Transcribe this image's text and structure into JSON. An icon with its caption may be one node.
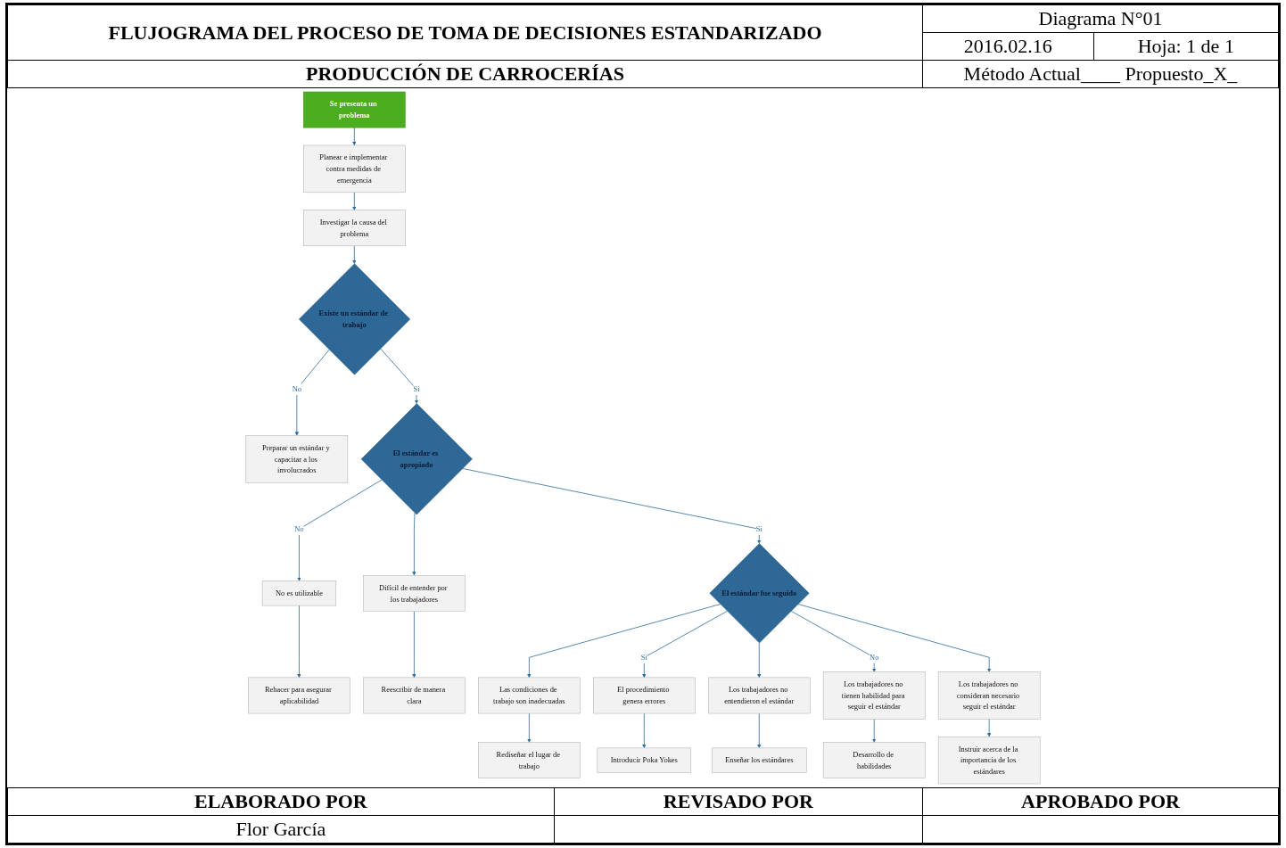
{
  "diagram": {
    "title": "FLUJOGRAMA DEL PROCESO DE TOMA DE DECISIONES ESTANDARIZADO",
    "nodes": [
      {
        "text": [
          "Se presenta un problema"
        ]
      },
      {
        "text": [
          "Planear e implementar contra medidas de emergencia"
        ]
      },
      {
        "text": [
          "Investigar la causa del problema"
        ]
      },
      {
        "text": [
          "Existe un estándar de trabajo"
        ]
      },
      {
        "text": [
          "Preparar un estándar y capacitar a los involucrados"
        ]
      },
      {
        "text": [
          "El estándar es apropiado"
        ]
      },
      {
        "text": [
          "No es utilizable"
        ]
      },
      {
        "text": [
          "Rehacer para asegurar aplicabilidad"
        ]
      },
      {
        "text": [
          "Difícil de entender por los trabajadores"
        ]
      },
      {
        "text": [
          "Reescribir de manera clara"
        ]
      },
      {
        "text": [
          "El estándar fue seguido"
        ]
      },
      {
        "text": [
          "Las condiciones de trabajo son inadecuadas"
        ]
      },
      {
        "text": [
          "Rediseñar el lugar de trabajo"
        ]
      },
      {
        "text": [
          "El procedimiento genera errores"
        ]
      },
      {
        "text": [
          "Introducir Poka Yokes"
        ]
      },
      {
        "text": [
          "Los trabajadores no entendieron el estándar"
        ]
      },
      {
        "text": [
          "Enseñar los estándares"
        ]
      },
      {
        "text": [
          "Los trabajadores no tienen habilidad para seguir el estándar"
        ]
      },
      {
        "text": [
          "Desarrollo de habilidades"
        ]
      },
      {
        "text": [
          "Los trabajadores no consideran necesario seguir el estándar"
        ]
      },
      {
        "text": [
          "Instruir acerca de la importancia de los estándares"
        ]
      }
    ],
    "edges": [
      {
        "from": 0,
        "to": 1,
        "arrow": "to"
      },
      {
        "from": 1,
        "to": 2,
        "arrow": "to"
      },
      {
        "from": 2,
        "to": 3,
        "arrow": "to"
      },
      {
        "from": 3,
        "to": 5,
        "arrow": "to",
        "label": "Si"
      },
      {
        "from": 3,
        "to": 4,
        "arrow": "to",
        "label": "No"
      },
      {
        "from": 5,
        "to": 6,
        "arrow": "to",
        "label": "No"
      },
      {
        "from": 5,
        "to": 8,
        "arrow": "to"
      },
      {
        "from": 6,
        "to": 7,
        "arrow": "to"
      },
      {
        "from": 8,
        "to": 9,
        "arrow": "to"
      },
      {
        "from": 5,
        "to": 10,
        "arrow": "to",
        "label": "Si"
      },
      {
        "from": 10,
        "to": 11,
        "arrow": "to"
      },
      {
        "from": 10,
        "to": 13,
        "arrow": "to",
        "label": "Si"
      },
      {
        "from": 11,
        "to": 12,
        "arrow": "to"
      },
      {
        "from": 13,
        "to": 14,
        "arrow": "to"
      },
      {
        "from": 10,
        "to": 15,
        "arrow": "to"
      },
      {
        "from": 10,
        "to": 17,
        "arrow": "to",
        "label": "No"
      },
      {
        "from": 10,
        "to": 19,
        "arrow": "to"
      },
      {
        "from": 15,
        "to": 16,
        "arrow": "to"
      },
      {
        "from": 17,
        "to": 18,
        "arrow": "to"
      },
      {
        "from": 19,
        "to": 20,
        "arrow": "to"
      }
    ],
    "labels": [
      "Diagrama N°01",
      "2016.02.16",
      "Hoja: 1 de 1",
      "PRODUCCIÓN DE CARROCERÍAS",
      "Método Actual____ Propuesto_X_",
      "ELABORADO POR",
      "REVISADO POR",
      "APROBADO POR",
      "Flor García"
    ]
  }
}
